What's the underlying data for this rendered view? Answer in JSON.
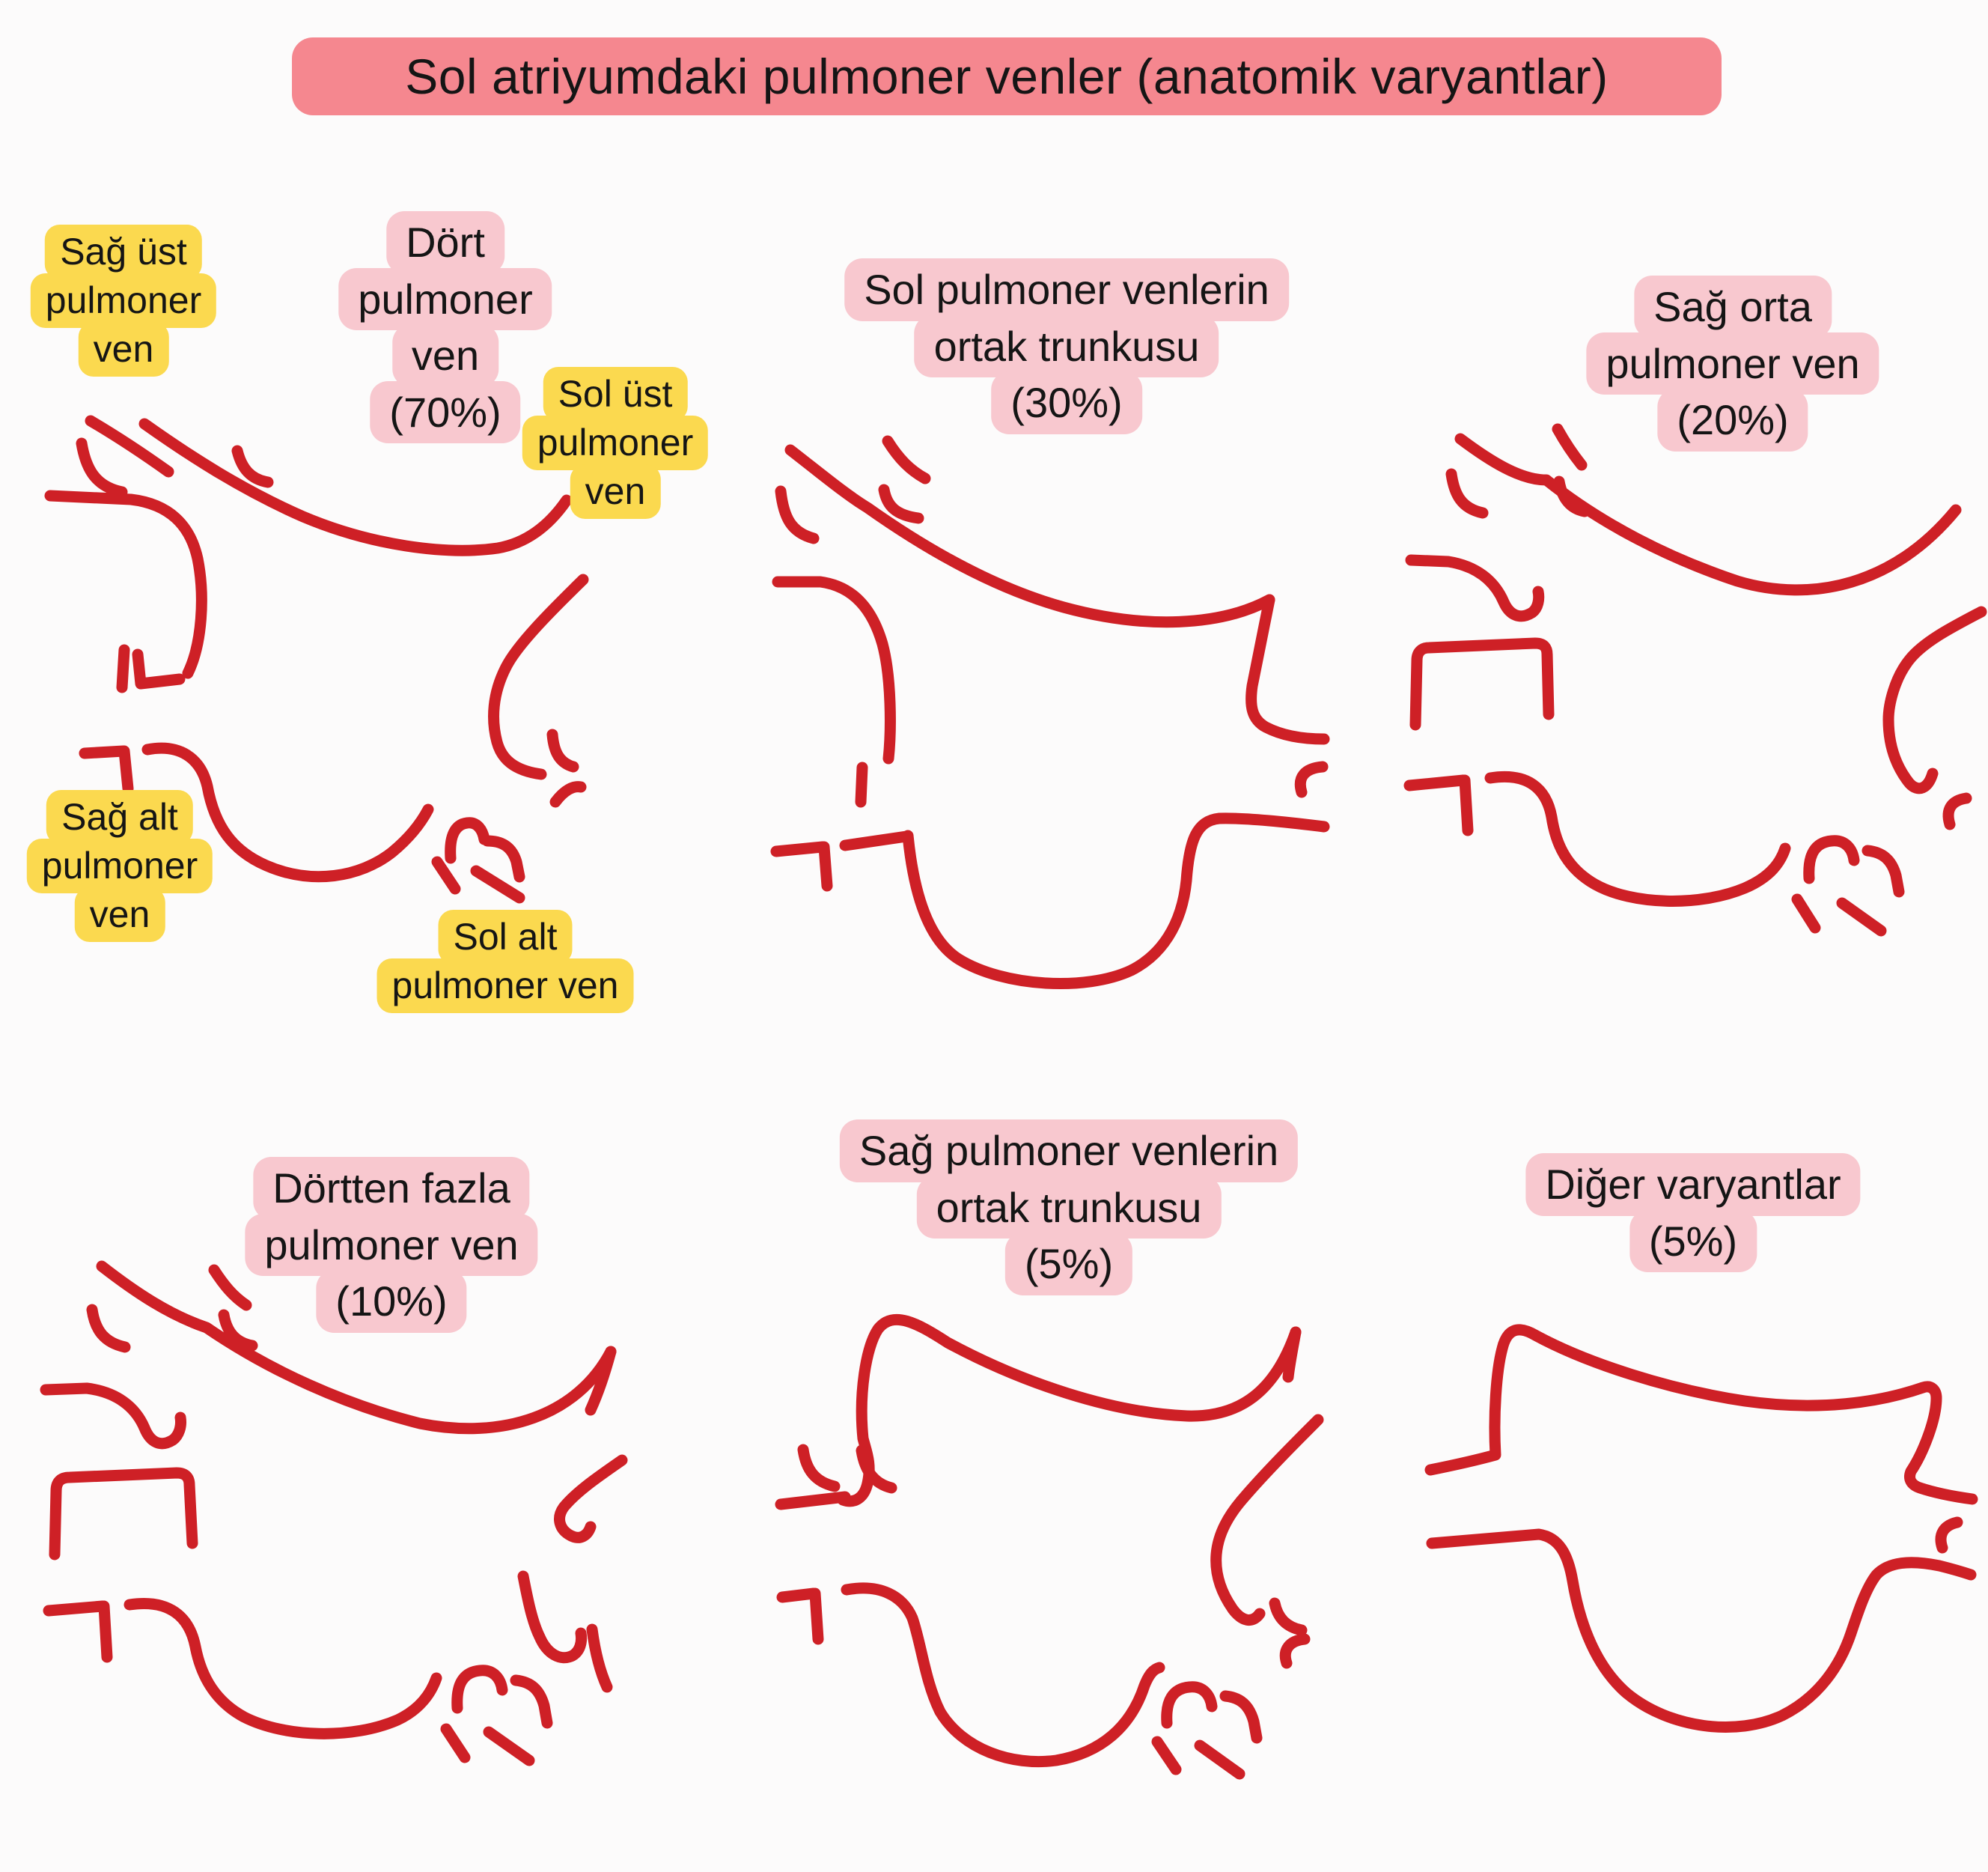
{
  "title": "Sol atriyumdaki pulmoner venler (anatomik varyantlar)",
  "colors": {
    "title_bg": "#F5878F",
    "label_bg": "#F8C8CF",
    "callout_bg": "#FBD94F",
    "line": "#CE2026",
    "text": "#151515",
    "background": "#FCFBFB"
  },
  "panels": [
    {
      "id": "four-pulmonary-veins",
      "percent": "70%",
      "label_lines": [
        "Dört",
        "pulmoner",
        "ven",
        "(70%)"
      ],
      "callouts": [
        {
          "id": "right-superior",
          "lines": [
            "Sağ üst",
            "pulmoner",
            "ven"
          ]
        },
        {
          "id": "left-superior",
          "lines": [
            "Sol üst",
            "pulmoner",
            "ven"
          ]
        },
        {
          "id": "right-inferior",
          "lines": [
            "Sağ alt",
            "pulmoner",
            "ven"
          ]
        },
        {
          "id": "left-inferior",
          "lines": [
            "Sol alt",
            "pulmoner ven"
          ]
        }
      ]
    },
    {
      "id": "left-common-trunk",
      "percent": "30%",
      "label_lines": [
        "Sol pulmoner venlerin",
        "ortak trunkusu",
        "(30%)"
      ]
    },
    {
      "id": "right-middle-vein",
      "percent": "20%",
      "label_lines": [
        "Sağ orta",
        "pulmoner ven",
        "(20%)"
      ]
    },
    {
      "id": "more-than-four-veins",
      "percent": "10%",
      "label_lines": [
        "Dörtten fazla",
        "pulmoner ven",
        "(10%)"
      ]
    },
    {
      "id": "right-common-trunk",
      "percent": "5%",
      "label_lines": [
        "Sağ pulmoner venlerin",
        "ortak trunkusu",
        "(5%)"
      ]
    },
    {
      "id": "other-variants",
      "percent": "5%",
      "label_lines": [
        "Diğer varyantlar",
        "(5%)"
      ]
    }
  ]
}
